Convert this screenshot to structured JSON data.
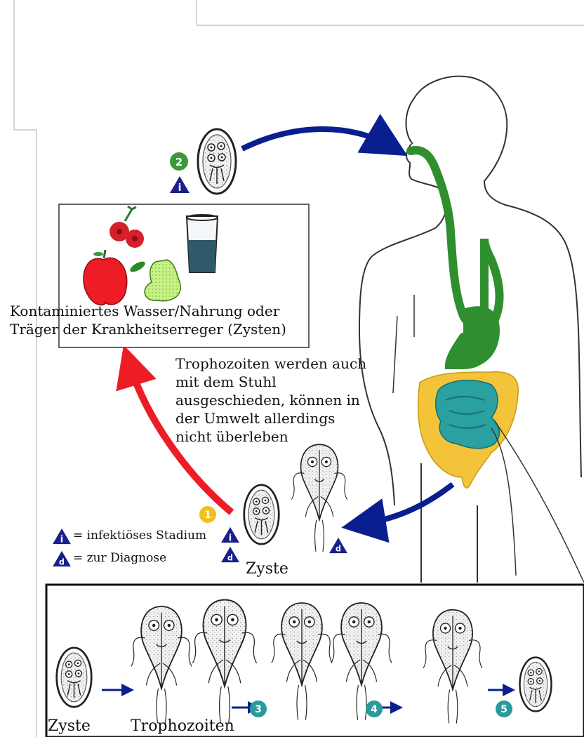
{
  "captions": {
    "contaminated_line1": "Kontaminiertes Wasser/Nahrung oder",
    "contaminated_line2": "Träger der Krankheitserreger (Zysten)",
    "trophozoites_line1": "Trophozoiten werden auch",
    "trophozoites_line2": "mit dem Stuhl",
    "trophozoites_line3": "ausgeschieden, können in",
    "trophozoites_line4": "der Umwelt allerdings",
    "trophozoites_line5": "nicht überleben"
  },
  "legend": {
    "infectious_text": "= infektiöses Stadium",
    "diagnosis_text": "= zur Diagnose",
    "infectious_symbol": "i",
    "diagnosis_symbol": "d"
  },
  "labels": {
    "zyste_mid": "Zyste",
    "zyste_bottom": "Zyste",
    "trophozoiten_bottom": "Trophozoiten"
  },
  "steps": [
    "1",
    "2",
    "3",
    "4",
    "5"
  ],
  "colors": {
    "blue_arrow": "#0a1f8f",
    "red_arrow": "#ee1c25",
    "step_green": "#3a9a3a",
    "step_yellow": "#f2c01e",
    "step_teal": "#2a9a9a",
    "digestive_green": "#2f8f2f",
    "colon_yellow": "#f3c33a",
    "intestine_teal": "#2aa0a0",
    "triangle_blue": "#1a1f8a"
  },
  "icons": [
    "apple-icon",
    "pear-icon",
    "raspberry-icon",
    "water-glass-icon",
    "cyst-icon",
    "trophozoite-icon",
    "human-silhouette-icon"
  ]
}
